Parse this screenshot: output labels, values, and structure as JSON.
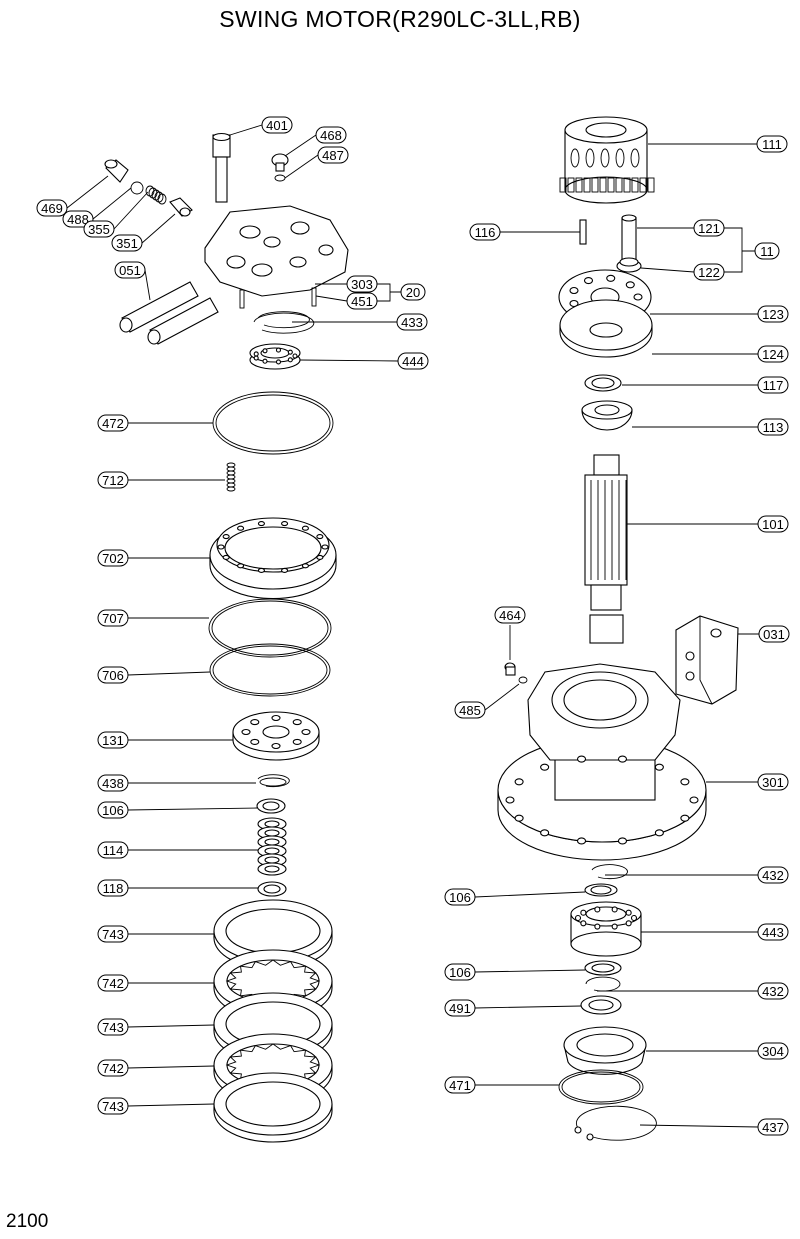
{
  "title": "SWING MOTOR(R290LC-3LL,RB)",
  "page_number": "2100",
  "callouts": [
    {
      "id": "c401",
      "text": "401"
    },
    {
      "id": "c468",
      "text": "468"
    },
    {
      "id": "c487",
      "text": "487"
    },
    {
      "id": "c469",
      "text": "469"
    },
    {
      "id": "c488",
      "text": "488"
    },
    {
      "id": "c355",
      "text": "355"
    },
    {
      "id": "c351",
      "text": "351"
    },
    {
      "id": "c051",
      "text": "051"
    },
    {
      "id": "c303",
      "text": "303"
    },
    {
      "id": "c451",
      "text": "451"
    },
    {
      "id": "c20",
      "text": "20"
    },
    {
      "id": "c433",
      "text": "433"
    },
    {
      "id": "c444",
      "text": "444"
    },
    {
      "id": "c472",
      "text": "472"
    },
    {
      "id": "c712",
      "text": "712"
    },
    {
      "id": "c702",
      "text": "702"
    },
    {
      "id": "c707",
      "text": "707"
    },
    {
      "id": "c706",
      "text": "706"
    },
    {
      "id": "c131",
      "text": "131"
    },
    {
      "id": "c438",
      "text": "438"
    },
    {
      "id": "c106a",
      "text": "106"
    },
    {
      "id": "c114",
      "text": "114"
    },
    {
      "id": "c118",
      "text": "118"
    },
    {
      "id": "c743a",
      "text": "743"
    },
    {
      "id": "c742a",
      "text": "742"
    },
    {
      "id": "c743b",
      "text": "743"
    },
    {
      "id": "c742b",
      "text": "742"
    },
    {
      "id": "c743c",
      "text": "743"
    },
    {
      "id": "c111",
      "text": "111"
    },
    {
      "id": "c116",
      "text": "116"
    },
    {
      "id": "c121",
      "text": "121"
    },
    {
      "id": "c11",
      "text": "11"
    },
    {
      "id": "c122",
      "text": "122"
    },
    {
      "id": "c123",
      "text": "123"
    },
    {
      "id": "c124",
      "text": "124"
    },
    {
      "id": "c117",
      "text": "117"
    },
    {
      "id": "c113",
      "text": "113"
    },
    {
      "id": "c101",
      "text": "101"
    },
    {
      "id": "c464",
      "text": "464"
    },
    {
      "id": "c031",
      "text": "031"
    },
    {
      "id": "c485",
      "text": "485"
    },
    {
      "id": "c301",
      "text": "301"
    },
    {
      "id": "c432a",
      "text": "432"
    },
    {
      "id": "c106b",
      "text": "106"
    },
    {
      "id": "c443",
      "text": "443"
    },
    {
      "id": "c106c",
      "text": "106"
    },
    {
      "id": "c432b",
      "text": "432"
    },
    {
      "id": "c491",
      "text": "491"
    },
    {
      "id": "c304",
      "text": "304"
    },
    {
      "id": "c471",
      "text": "471"
    },
    {
      "id": "c437",
      "text": "437"
    }
  ]
}
